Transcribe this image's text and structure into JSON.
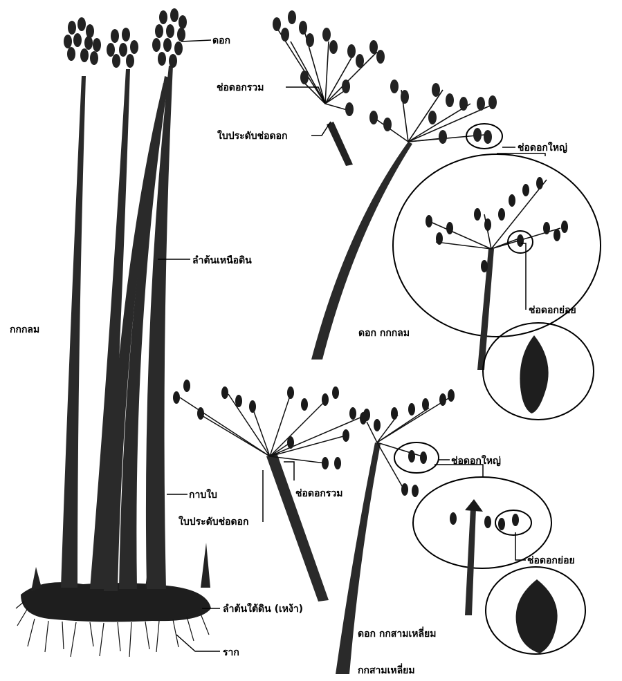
{
  "labels": {
    "flower_top": "ดอก",
    "umbel_top": "ช่อดอกรวม",
    "bract_top": "ใบประดับช่อดอก",
    "spikelet_cluster_top": "ช่อดอกใหญ่",
    "stem_above": "ลำต้นเหนือดิน",
    "spikelet_top": "ช่อดอกย่อย",
    "plant_name_left": "กกกลม",
    "flower_name_top": "ดอก กกกลม",
    "spikelet_cluster_bottom": "ช่อดอกใหญ่",
    "sheath": "กาบใบ",
    "umbel_bottom": "ช่อดอกรวม",
    "bract_bottom": "ใบประดับช่อดอก",
    "spikelet_bottom": "ช่อดอกย่อย",
    "rhizome": "ลำต้นใต้ดิน (เหง้า)",
    "flower_name_bottom": "ดอก กกสามเหลี่ยม",
    "root": "ราก",
    "plant_name_bottom": "กกสามเหลี่ยม"
  },
  "colors": {
    "ink": "#000000",
    "stem_fill": "#2a2a2a",
    "background": "#ffffff"
  }
}
